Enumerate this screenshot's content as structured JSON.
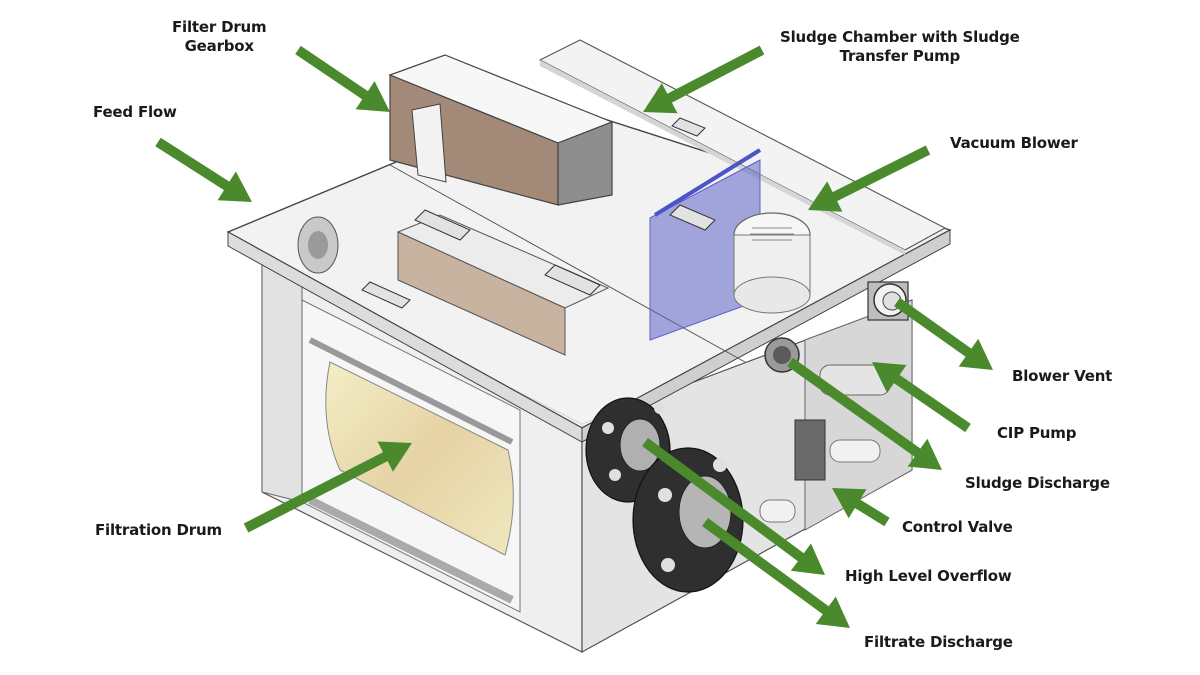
{
  "title": "Vacuum Drum Filter Unit Component Diagram",
  "colors": {
    "arrow": "#4a8a2c",
    "label_text": "#1a1a1a",
    "gearbox_cover": "#a38a78",
    "drum": "#e9ddb6",
    "blue_panel": "#5e63c9",
    "flange": "#3a3a3a"
  },
  "labels": {
    "filter_drum_gearbox": {
      "line1": "Filter Drum",
      "line2": "Gearbox"
    },
    "feed_flow": "Feed Flow",
    "sludge_chamber": {
      "line1": "Sludge Chamber with Sludge",
      "line2": "Transfer Pump"
    },
    "vacuum_blower": "Vacuum Blower",
    "blower_vent": "Blower Vent",
    "cip_pump": "CIP Pump",
    "sludge_discharge": "Sludge Discharge",
    "control_valve": "Control Valve",
    "high_level_overflow": "High Level Overflow",
    "filtrate_discharge": "Filtrate Discharge",
    "filtration_drum": "Filtration Drum"
  }
}
